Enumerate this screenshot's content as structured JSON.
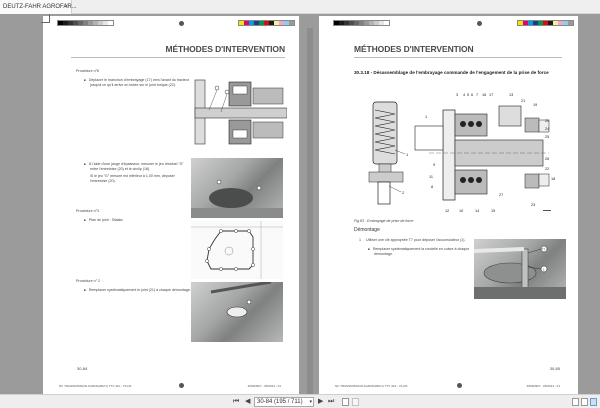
{
  "tab": {
    "title": "DEUTZ-FAHR AGROFAR...",
    "close": "×"
  },
  "left_page": {
    "header": "MÉTHODES D'INTERVENTION",
    "sections": [
      {
        "label": "Procédure n°6",
        "bullets": [
          "Déplacer le manchon d'embrayage (17) vers l'avant du tracteur jusqu'à ce qu'il arrive en butée sur le joint torique (22)."
        ]
      },
      {
        "label": "",
        "bullets": [
          "À l'aide d'une jauge d'épaisseur, mesurer le jeu résiduel \"G\" entre l'entretoise (20) et le circlip (16)."
        ],
        "note": "Si le jeu \"G\" mesuré est inférieur à 1,00 mm, déposer l'entretoise (20)."
      },
      {
        "label": "Procédure n°3",
        "bullets": [
          "Plan de joint : Silastic"
        ]
      },
      {
        "label": "Procédure n° 2",
        "bullets": [
          "Remplacer systématiquement le joint (21) à chaque démontage."
        ]
      }
    ],
    "page_number": "30-84",
    "footer_left": "NC TRANSMISSION AGROFARM G TTV 410 - 70-HS",
    "footer_right": "4054D967 - 05/2013 - 01"
  },
  "right_page": {
    "header": "MÉTHODES D'INTERVENTION",
    "section_title": "30.3.18 - Désassemblage de l'embrayage commande de l'engagement de la prise de force",
    "figure_caption": "Fig.83 - Embrayage de prise de force",
    "callouts_top": [
      "3",
      "4",
      "5",
      "6",
      "7",
      "16",
      "17",
      "13",
      "21",
      "19"
    ],
    "callouts_right": [
      "20",
      "24",
      "25",
      "26",
      "22",
      "18",
      "23"
    ],
    "callouts_left": [
      "1",
      "9",
      "11",
      "8"
    ],
    "callouts_bottom": [
      "12",
      "10",
      "14",
      "15",
      "27"
    ],
    "callouts_spring": [
      "1",
      "2"
    ],
    "subsection": "Démontage",
    "steps": [
      {
        "num": "1",
        "text": "Utiliser une clé appropriée T7 pour déposer l'accumulateur (1).",
        "bullets": [
          "Remplacer systématiquement la rondelle en cuivre à chaque démontage."
        ]
      }
    ],
    "photo_callouts": [
      "T7",
      "1"
    ],
    "page_number": "30-85",
    "footer_left": "NC TRANSMISSION AGROFARM G TTV 410 - 70-HS",
    "footer_right": "4054D967 - 05/2013 - 01"
  },
  "navigation": {
    "first": "⏮",
    "prev": "◀",
    "page_field": "30-84 (195 / 711)",
    "dropdown": "▾",
    "next": "▶",
    "last": "⏭"
  },
  "colors": {
    "grayscale": [
      "#000000",
      "#1a1a1a",
      "#333333",
      "#4d4d4d",
      "#666666",
      "#808080",
      "#999999",
      "#b3b3b3",
      "#cccccc",
      "#e6e6e6",
      "#ffffff"
    ],
    "process": [
      "#f5e400",
      "#e2007a",
      "#00a0e0",
      "#1d3a8f",
      "#009a4e",
      "#e30613",
      "#1a1a1a",
      "#f6ef9c",
      "#f2a7c8",
      "#8bcff0",
      "#9a9a9a"
    ]
  }
}
